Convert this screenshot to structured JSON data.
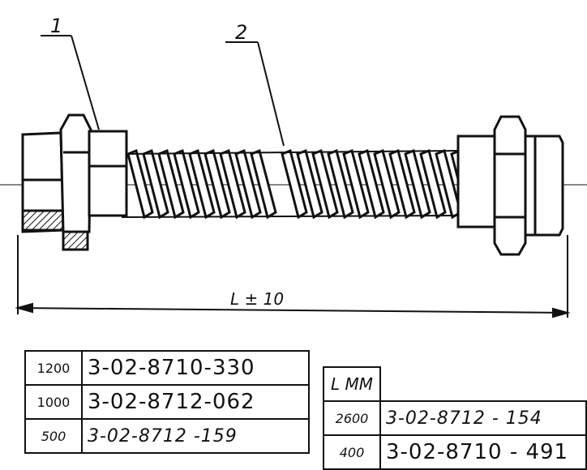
{
  "drawing": {
    "callouts": [
      "1",
      "2"
    ],
    "dimension_label": "L ± 10"
  },
  "table_left": {
    "rows": [
      {
        "length": "1200",
        "code": "3-02-8710-330"
      },
      {
        "length": "1000",
        "code": "3-02-8712-062"
      },
      {
        "length": "500",
        "code": "3-02-8712 -159"
      }
    ]
  },
  "table_right": {
    "header": "L MM",
    "rows": [
      {
        "length": "2600",
        "code": "3-02-8712 - 154"
      },
      {
        "length": "400",
        "code": "3-02-8710 - 491"
      }
    ]
  }
}
